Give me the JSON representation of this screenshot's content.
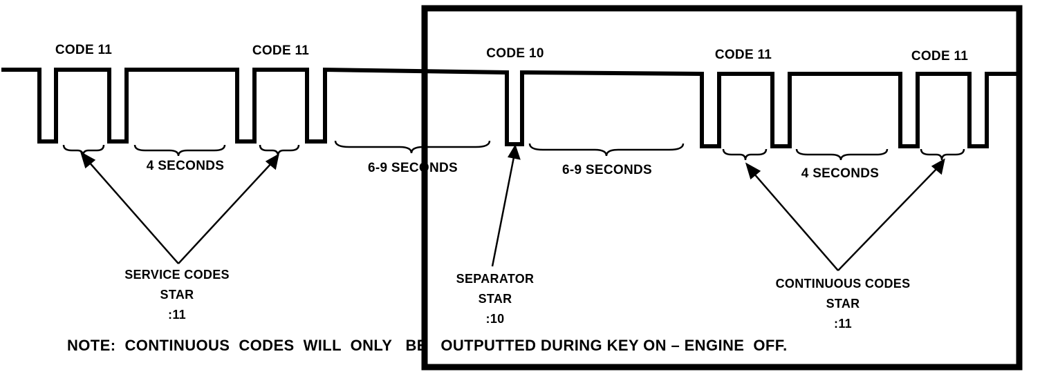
{
  "code_labels": [
    "CODE 11",
    "CODE 11",
    "CODE 10",
    "CODE 11",
    "CODE 11"
  ],
  "durations": [
    "4 SECONDS",
    "6-9 SECONDS",
    "6-9 SECONDS",
    "4 SECONDS"
  ],
  "callouts": {
    "service": {
      "lines": [
        "SERVICE CODES",
        "STAR",
        ":11"
      ]
    },
    "separator": {
      "lines": [
        "SEPARATOR",
        "STAR",
        ":10"
      ]
    },
    "continuous": {
      "lines": [
        "CONTINUOUS CODES",
        "STAR",
        ":11"
      ]
    }
  },
  "note": "NOTE:  CONTINUOUS  CODES  WILL  ONLY   BE   OUTPUTTED DURING KEY ON – ENGINE  OFF."
}
